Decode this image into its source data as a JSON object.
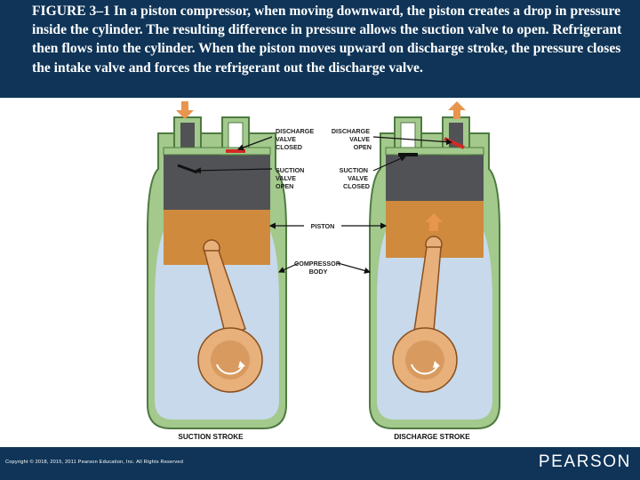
{
  "caption": "FIGURE 3–1 In a piston compressor, when moving downward, the piston creates a drop in pressure inside the cylinder. The resulting difference in pressure allows the suction valve to open. Refrigerant then flows into the cylinder. When the piston moves upward on discharge stroke, the pressure closes the intake valve and forces the refrigerant out the discharge valve.",
  "labels": {
    "discharge_closed": [
      "DISCHARGE",
      "VALVE",
      "CLOSED"
    ],
    "suction_open": [
      "SUCTION",
      "VALVE",
      "OPEN"
    ],
    "discharge_open": [
      "DISCHARGE",
      "VALVE",
      "OPEN"
    ],
    "suction_closed": [
      "SUCTION",
      "VALVE",
      "CLOSED"
    ],
    "piston": "PISTON",
    "compressor_body": [
      "COMPRESSOR",
      "BODY"
    ],
    "suction_stroke": "SUCTION STROKE",
    "discharge_stroke": "DISCHARGE STROKE"
  },
  "footer": {
    "copyright": "Copyright © 2018, 2015, 2011 Pearson Education, Inc. All Rights Reserved",
    "publisher": "PEARSON"
  },
  "colors": {
    "header_bg": "#0f3457",
    "body_green": "#a3c98d",
    "body_outline": "#4f7a40",
    "cylinder_fill": "#c7d9ea",
    "head_gray": "#505256",
    "piston_orange": "#cf8a3e",
    "rod_light": "#e8b07a",
    "valve_red": "#d42a25",
    "arrow_orange": "#e8954e"
  }
}
